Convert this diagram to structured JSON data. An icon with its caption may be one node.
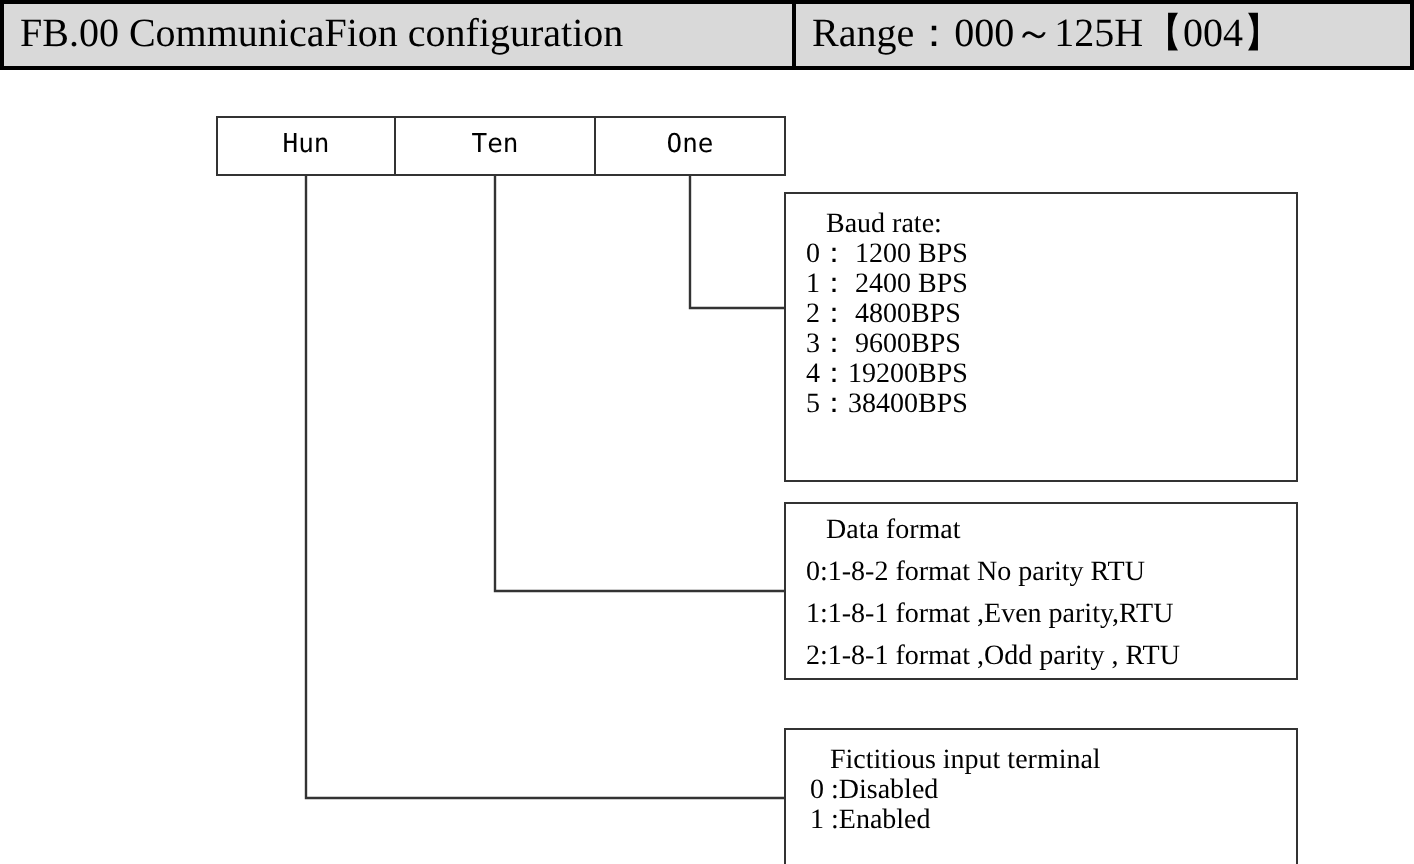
{
  "diagram": {
    "nodes": [
      {
        "text": [
          "Hun"
        ]
      },
      {
        "text": [
          "Ten"
        ]
      },
      {
        "text": [
          "One"
        ]
      },
      {
        "text": [
          "Baud rate:",
          "0： 1200 BPS",
          "1： 2400 BPS",
          "2： 4800BPS",
          "3： 9600BPS",
          "4：19200BPS",
          "5：38400BPS"
        ]
      },
      {
        "text": [
          "Data format",
          "0:1-8-2 format No parity RTU",
          "1:1-8-1 format ,Even parity,RTU",
          "2:1-8-1 format ,Odd parity , RTU"
        ]
      },
      {
        "text": [
          "Fictitious input terminal",
          "0 :Disabled",
          "1 :Enabled"
        ]
      }
    ],
    "edges": [
      {
        "from": 2,
        "to": 3,
        "arrow": "none"
      },
      {
        "from": 1,
        "to": 4,
        "arrow": "none"
      },
      {
        "from": 0,
        "to": 5,
        "arrow": "none"
      }
    ],
    "labels": [
      "FB.00 CommunicaFion configuration",
      "Range：000～125H【004】"
    ]
  }
}
